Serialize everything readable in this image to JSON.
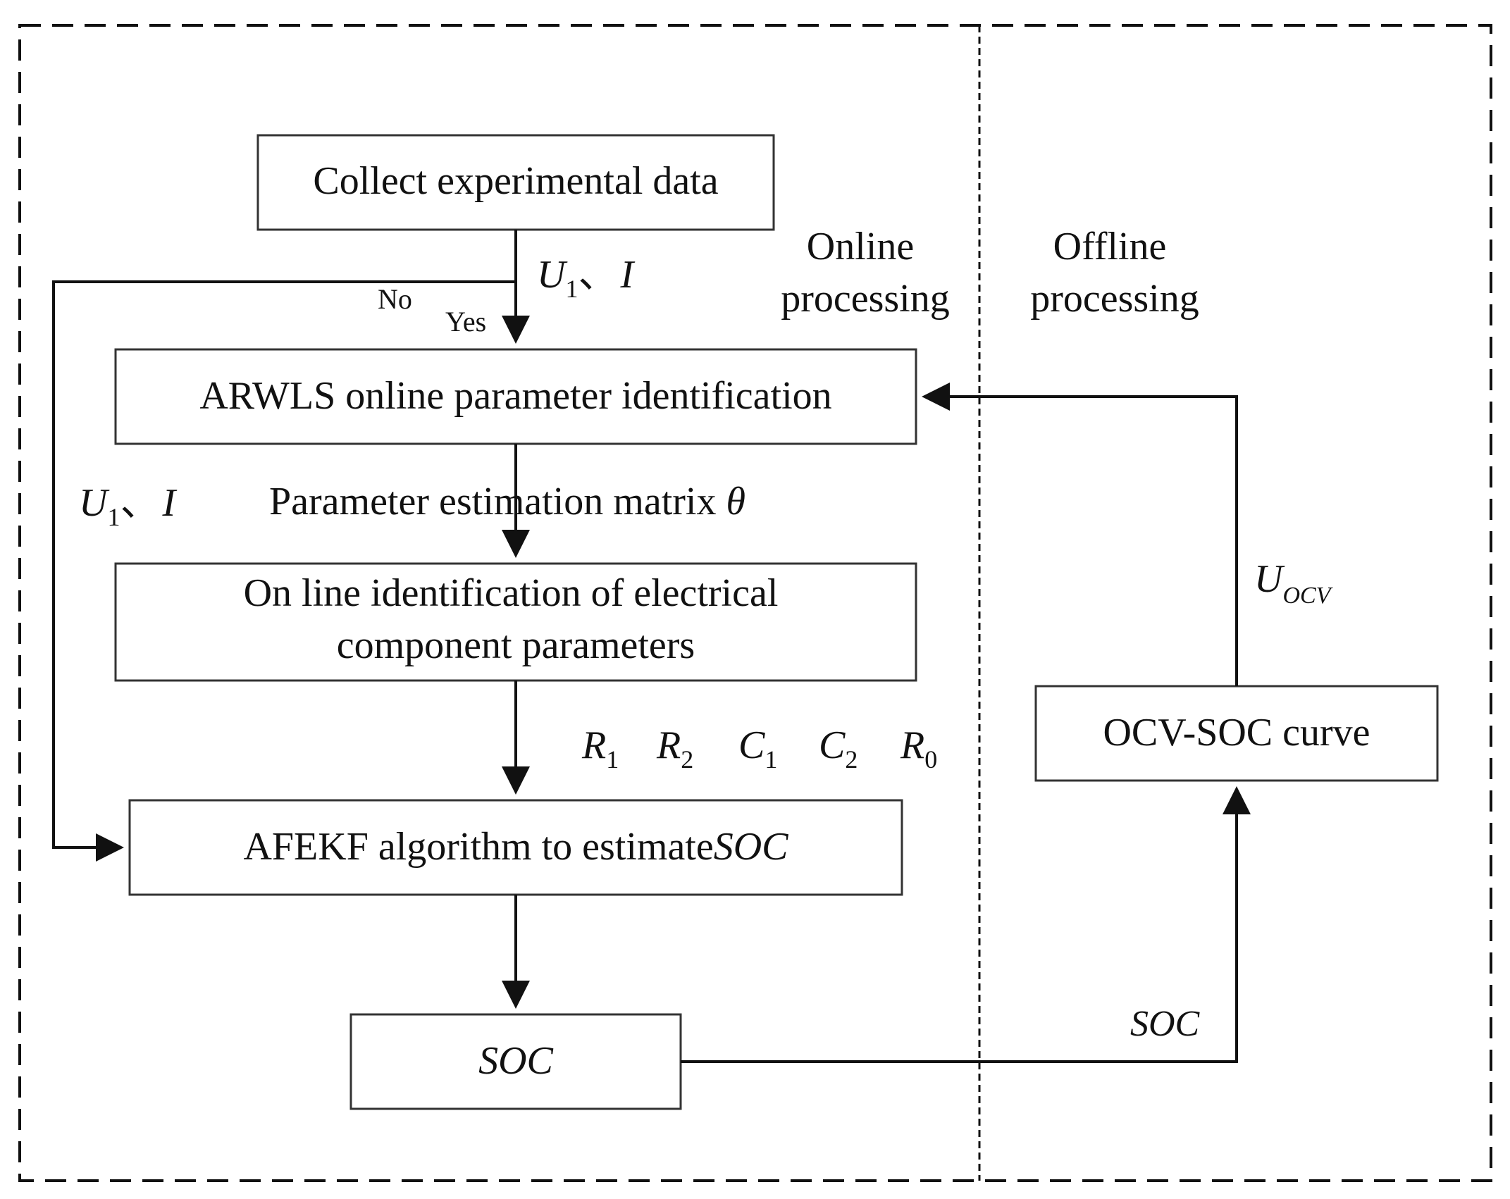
{
  "regions": {
    "online_label": [
      "Online",
      "processing"
    ],
    "offline_label": [
      "Offline",
      "processing"
    ]
  },
  "boxes": {
    "collect": "Collect experimental data",
    "arwls": "ARWLS online parameter identification",
    "online_id": [
      "On line identification of electrical",
      "component parameters"
    ],
    "afekf_text": "AFEKF algorithm to estimate",
    "afekf_soc": "SOC",
    "soc": "SOC",
    "ocv": "OCV-SOC curve"
  },
  "labels": {
    "no": "No",
    "yes": "Yes",
    "u1": "U",
    "u1_sub": "1",
    "sep": "、",
    "i": "I",
    "param_matrix": "Parameter estimation matrix ",
    "theta": "θ",
    "params": [
      {
        "sym": "R",
        "sub": "1"
      },
      {
        "sym": "R",
        "sub": "2"
      },
      {
        "sym": "C",
        "sub": "1"
      },
      {
        "sym": "C",
        "sub": "2"
      },
      {
        "sym": "R",
        "sub": "0"
      }
    ],
    "uocv": "U",
    "uocv_sub": "OCV",
    "soc_edge": "SOC"
  }
}
